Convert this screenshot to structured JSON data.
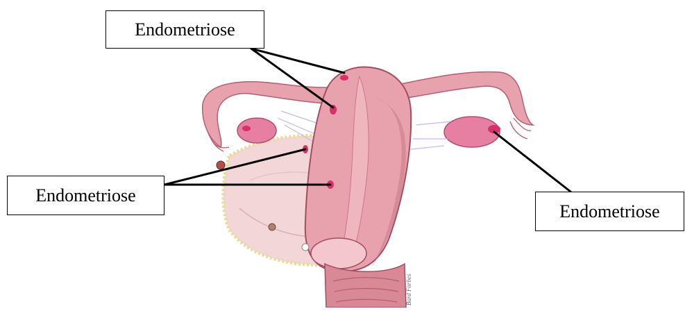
{
  "labels": {
    "top": "Endometriose",
    "left": "Endometriose",
    "right": "Endometriose"
  },
  "signature": "Bard Forbes",
  "colors": {
    "uterus": "#e8a2ae",
    "uterus_shadow": "#c97687",
    "uterus_highlight": "#f4c6cd",
    "cavity": "#f0b6c0",
    "peritoneum": "#f3d7d8",
    "lesion": "#d8306a",
    "ovary": "#e77fa2",
    "yellow_border": "#e8dc9a",
    "vagina": "#d98895",
    "line": "#000000"
  },
  "icons": {
    "illustration": "uterus-anatomy-illustration"
  }
}
